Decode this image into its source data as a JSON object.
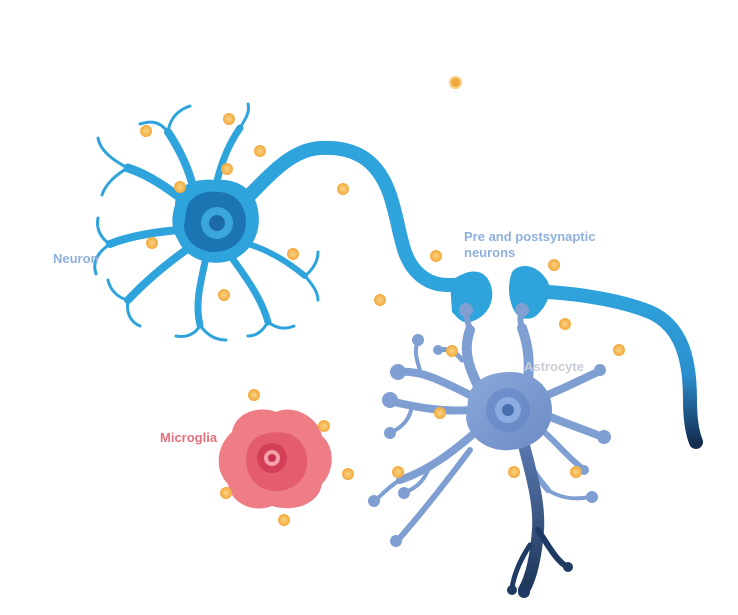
{
  "labels": {
    "neuron": "Neuron",
    "synapse": "Pre and postsynaptic",
    "synapse2": "neurons",
    "astrocyte": "Astrocyte",
    "microglia": "Microglia"
  },
  "legend": {
    "title": "",
    "subtitle": ""
  },
  "colors": {
    "neuron": "#2fa3db",
    "neuron_dark": "#1b75b3",
    "astrocyte": "#7f9fd3",
    "astrocyte_dark": "#1f3a63",
    "microglia": "#ee7d86",
    "microglia_dark": "#c8344f",
    "particle": "#f2a93b",
    "label_blue": "#8fb0dc",
    "label_pink": "#e7707d",
    "label_grey": "#c9ced8"
  }
}
